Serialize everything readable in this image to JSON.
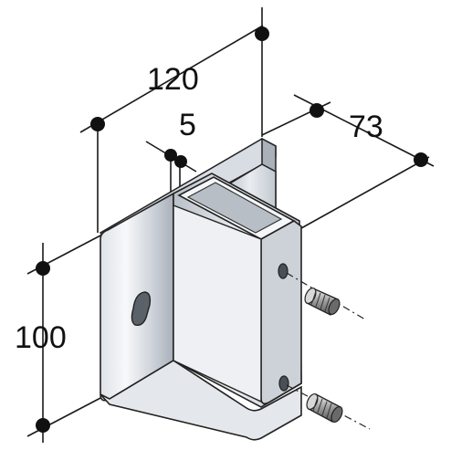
{
  "dimensions": {
    "width_total": "120",
    "wall_thickness": "5",
    "depth": "73",
    "height": "100"
  },
  "colors": {
    "line": "#1a1a1a",
    "metal_light": "#eef0f3",
    "metal_mid": "#c9ced5",
    "metal_dark": "#8e959e",
    "edge": "#222222"
  }
}
